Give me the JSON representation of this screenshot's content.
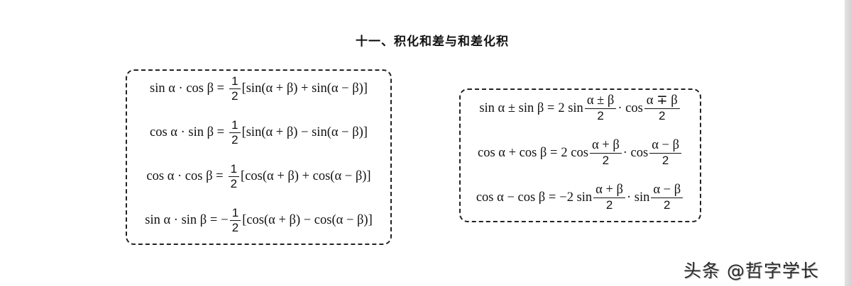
{
  "page": {
    "title": "十一、积化和差与和差化积",
    "watermark": "头条 @哲字学长"
  },
  "product_to_sum": {
    "formulas": [
      {
        "lhs": "sin α · cos β =",
        "coef_sign": "",
        "frac_num": "1",
        "frac_den": "2",
        "rhs": "[sin(α + β) + sin(α − β)]"
      },
      {
        "lhs": "cos α · sin β =",
        "coef_sign": "",
        "frac_num": "1",
        "frac_den": "2",
        "rhs": "[sin(α + β) − sin(α − β)]"
      },
      {
        "lhs": "cos α · cos β =",
        "coef_sign": "",
        "frac_num": "1",
        "frac_den": "2",
        "rhs": "[cos(α + β) + cos(α − β)]"
      },
      {
        "lhs": "sin α · sin β =",
        "coef_sign": "−",
        "frac_num": "1",
        "frac_den": "2",
        "rhs": "[cos(α + β) − cos(α − β)]"
      }
    ]
  },
  "sum_to_product": {
    "formulas": [
      {
        "lhs": "sin α ± sin β =",
        "coef": "2 sin",
        "frac1_num": "α ± β",
        "frac1_den": "2",
        "mid": "· cos",
        "frac2_num": "α ∓ β",
        "frac2_den": "2"
      },
      {
        "lhs": "cos α + cos β =",
        "coef": "2 cos",
        "frac1_num": "α + β",
        "frac1_den": "2",
        "mid": "· cos",
        "frac2_num": "α − β",
        "frac2_den": "2"
      },
      {
        "lhs": "cos α − cos β =",
        "coef": "−2 sin",
        "frac1_num": "α + β",
        "frac1_den": "2",
        "mid": "· sin",
        "frac2_num": "α − β",
        "frac2_den": "2"
      }
    ]
  }
}
